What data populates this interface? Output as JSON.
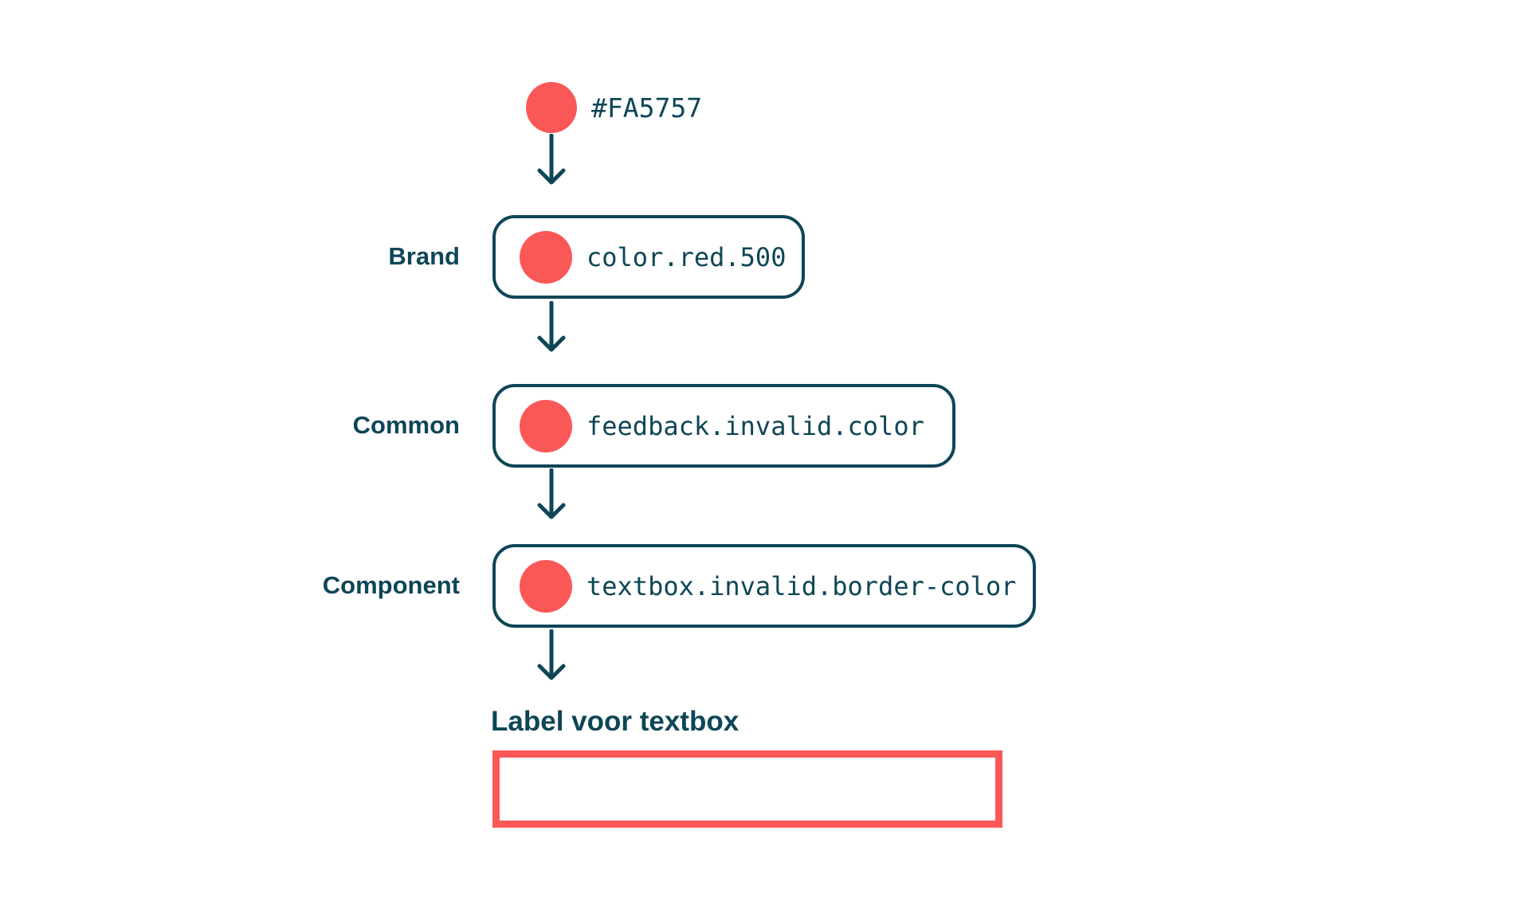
{
  "colors": {
    "accent": "#FA5757",
    "ink": "#0E4657",
    "background": "#FFFFFF"
  },
  "swatch": {
    "hex_label": "#FA5757"
  },
  "layers": [
    {
      "label": "Brand",
      "token": "color.red.500"
    },
    {
      "label": "Common",
      "token": "feedback.invalid.color"
    },
    {
      "label": "Component",
      "token": "textbox.invalid.border-color"
    }
  ],
  "form": {
    "label": "Label voor textbox",
    "value": ""
  }
}
